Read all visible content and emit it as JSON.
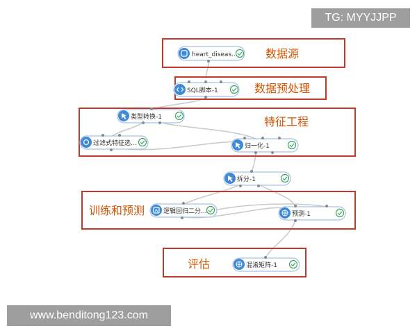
{
  "watermarks": {
    "top": "TG: MYYJJPP",
    "bottom": "www.benditong123.com"
  },
  "colors": {
    "stage_border": "#c0392b",
    "stage_label": "#d35400",
    "node_border": "#a6c0e6",
    "node_icon": "#3f8ad6",
    "check": "#3aa55b",
    "connector": "#c8c8c8",
    "port": "#8a8a8a"
  },
  "stages": {
    "data_source": "数据源",
    "preprocessing": "数据预处理",
    "feature_engineering": "特征工程",
    "train_predict": "训练和预测",
    "evaluation": "评估"
  },
  "nodes": {
    "heart_disease": {
      "label": "heart_diseas...",
      "icon": "database-icon"
    },
    "sql_script": {
      "label": "SQL脚本-1",
      "icon": "code-icon"
    },
    "type_convert": {
      "label": "类型转换-1",
      "icon": "cursor-icon"
    },
    "filter_feature": {
      "label": "过滤式特征选...",
      "icon": "filter-icon"
    },
    "normalize": {
      "label": "归一化-1",
      "icon": "cursor-icon"
    },
    "split": {
      "label": "拆分-1",
      "icon": "cursor-icon"
    },
    "logistic": {
      "label": "逻辑回归二分...",
      "icon": "model-icon"
    },
    "predict": {
      "label": "预测-1",
      "icon": "globe-icon"
    },
    "confusion": {
      "label": "混淆矩阵-1",
      "icon": "globe-icon"
    }
  }
}
